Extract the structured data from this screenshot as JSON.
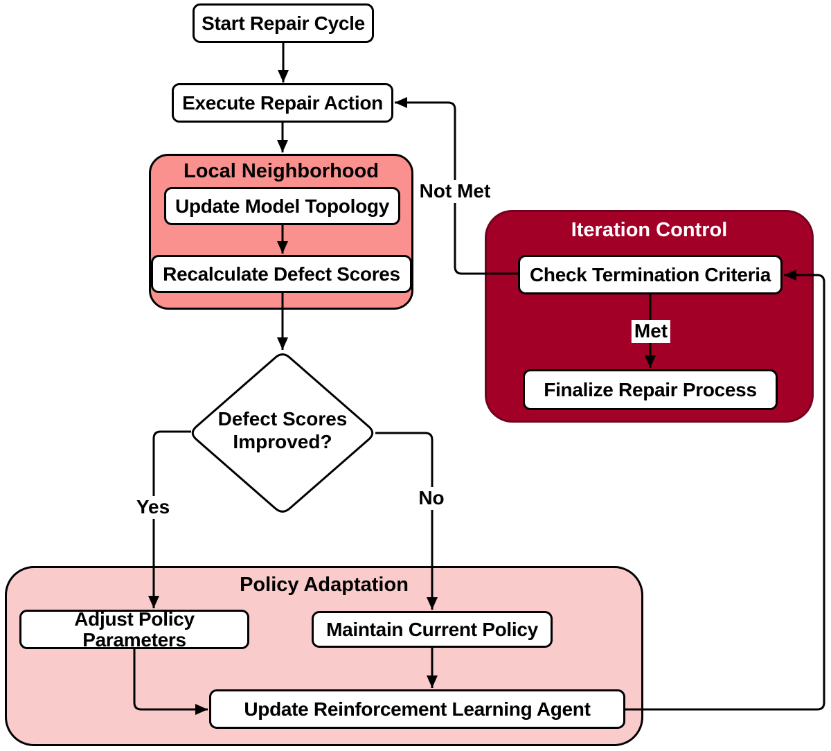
{
  "nodes": {
    "start": "Start Repair Cycle",
    "execute": "Execute Repair Action",
    "update_topology": "Update Model Topology",
    "recalculate_defect_scores": "Recalculate Defect Scores",
    "decision": "Defect Scores\nImproved?",
    "adjust_policy": "Adjust Policy Parameters",
    "maintain_policy": "Maintain Current Policy",
    "update_rl_agent": "Update Reinforcement Learning Agent",
    "check_termination": "Check Termination Criteria",
    "finalize": "Finalize Repair Process"
  },
  "groups": {
    "local_neighborhood": "Local Neighborhood",
    "iteration_control": "Iteration Control",
    "policy_adaptation": "Policy Adaptation"
  },
  "edge_labels": {
    "yes": "Yes",
    "no": "No",
    "not_met": "Not Met",
    "met": "Met"
  },
  "colors": {
    "local_neighborhood_fill": "#FA918F",
    "policy_adaptation_fill": "#F9CBCA",
    "iteration_control_fill": "#A30027",
    "iteration_control_border": "#73001C",
    "node_fill": "#FFFFFF",
    "line_stroke": "#000000",
    "iteration_title_text": "#FFFFFF"
  }
}
